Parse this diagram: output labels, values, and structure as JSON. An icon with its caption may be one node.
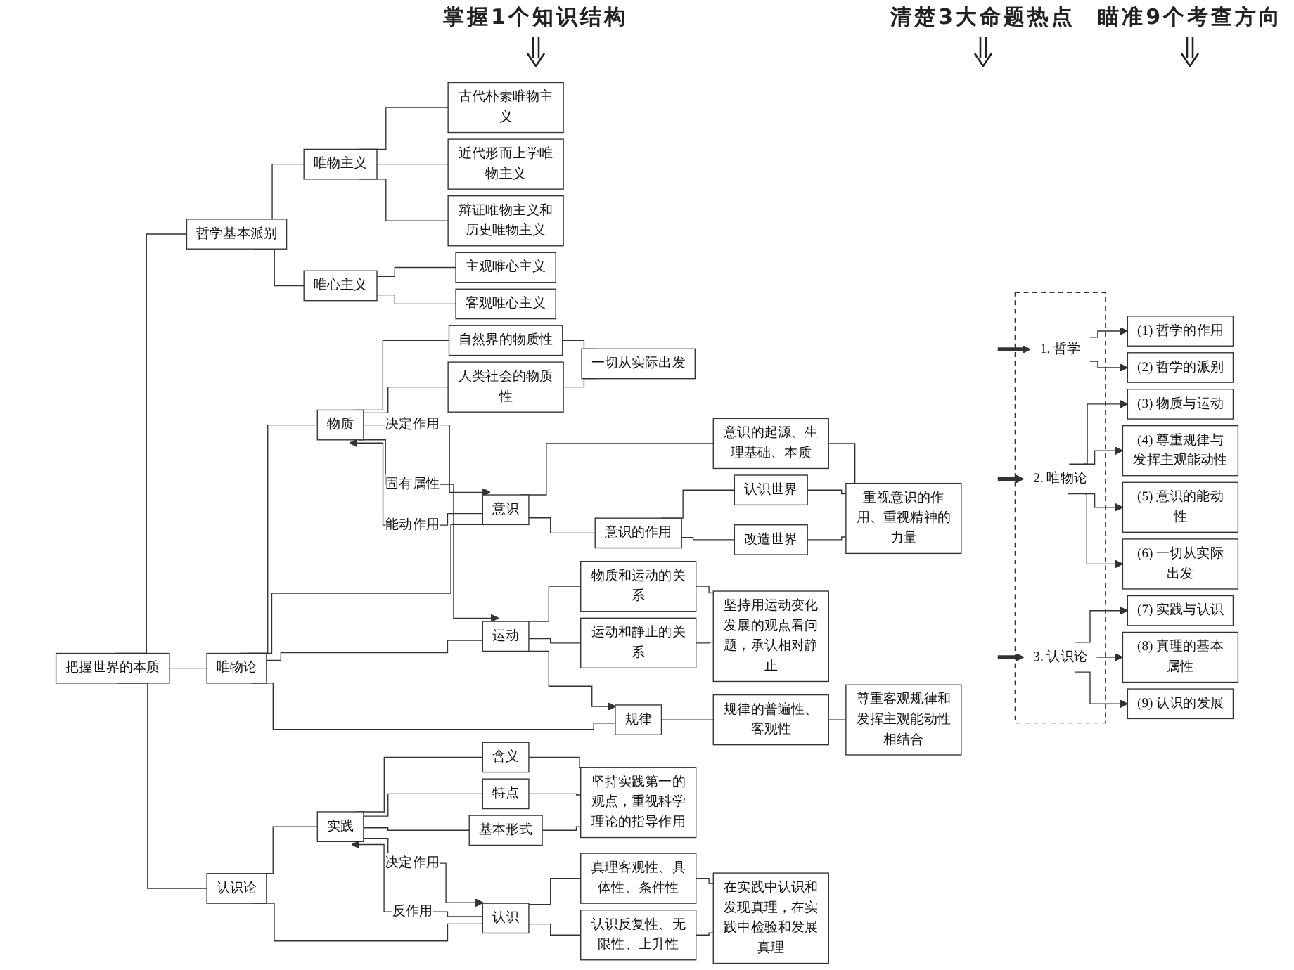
{
  "diagram": {
    "nodes": [
      {
        "text": [
          "把握世界的本质"
        ]
      },
      {
        "text": [
          "哲学基本派别"
        ]
      },
      {
        "text": [
          "唯物主义"
        ]
      },
      {
        "text": [
          "古代朴素唯物主义"
        ]
      },
      {
        "text": [
          "近代形而上学唯物主义"
        ]
      },
      {
        "text": [
          "辩证唯物主义和历史唯物主义"
        ]
      },
      {
        "text": [
          "唯心主义"
        ]
      },
      {
        "text": [
          "主观唯心主义"
        ]
      },
      {
        "text": [
          "客观唯心主义"
        ]
      },
      {
        "text": [
          "唯物论"
        ]
      },
      {
        "text": [
          "意识"
        ]
      },
      {
        "text": [
          "意识的起源、生理基础、本质"
        ]
      },
      {
        "text": [
          "意识的作用"
        ]
      },
      {
        "text": [
          "认识世界"
        ]
      },
      {
        "text": [
          "改造世界"
        ]
      },
      {
        "text": [
          "重视意识的作用、重视精神的力量"
        ]
      },
      {
        "text": [
          "物质"
        ]
      },
      {
        "text": [
          "自然界的物质性"
        ]
      },
      {
        "text": [
          "人类社会的物质性"
        ]
      },
      {
        "text": [
          "一切从实际出发"
        ]
      },
      {
        "text": [
          "运动"
        ]
      },
      {
        "text": [
          "物质和运动的关系"
        ]
      },
      {
        "text": [
          "运动和静止的关系"
        ]
      },
      {
        "text": [
          "坚持用运动变化发展的观点看问题，承认相对静止"
        ]
      },
      {
        "text": [
          "规律"
        ]
      },
      {
        "text": [
          "规律的普遍性、客观性"
        ]
      },
      {
        "text": [
          "尊重客观规律和发挥主观能动性相结合"
        ]
      },
      {
        "text": [
          "认识论"
        ]
      },
      {
        "text": [
          "实践"
        ]
      },
      {
        "text": [
          "含义"
        ]
      },
      {
        "text": [
          "特点"
        ]
      },
      {
        "text": [
          "基本形式"
        ]
      },
      {
        "text": [
          "坚持实践第一的观点，重视科学理论的指导作用"
        ]
      },
      {
        "text": [
          "认识"
        ]
      },
      {
        "text": [
          "真理客观性、具体性、条件性"
        ]
      },
      {
        "text": [
          "认识反复性、无限性、上升性"
        ]
      },
      {
        "text": [
          "在实践中认识和发现真理，在实践中检验和发展真理"
        ]
      },
      {
        "text": [],
        "shape": "box"
      },
      {
        "text": [
          "1. 哲学"
        ],
        "in": 37
      },
      {
        "text": [
          "2. 唯物论"
        ],
        "in": 37
      },
      {
        "text": [
          "3. 认识论"
        ],
        "in": 37
      },
      {
        "text": [
          "(1) 哲学的作用"
        ]
      },
      {
        "text": [
          "(2) 哲学的派别"
        ]
      },
      {
        "text": [
          "(3) 物质与运动"
        ]
      },
      {
        "text": [
          "(4) 尊重规律与发挥主观能动性"
        ]
      },
      {
        "text": [
          "(5) 意识的能动性"
        ]
      },
      {
        "text": [
          "(6) 一切从实际出发"
        ]
      },
      {
        "text": [
          "(7) 实践与认识"
        ]
      },
      {
        "text": [
          "(8) 真理的基本属性"
        ]
      },
      {
        "text": [
          "(9) 认识的发展"
        ]
      }
    ],
    "edges": [
      {
        "from": 0,
        "to": 1,
        "arrow": "none"
      },
      {
        "from": 0,
        "to": 9,
        "arrow": "none"
      },
      {
        "from": 0,
        "to": 27,
        "arrow": "none"
      },
      {
        "from": 1,
        "to": 2,
        "arrow": "none"
      },
      {
        "from": 1,
        "to": 6,
        "arrow": "none"
      },
      {
        "from": 2,
        "to": 3,
        "arrow": "none"
      },
      {
        "from": 2,
        "to": 4,
        "arrow": "none"
      },
      {
        "from": 2,
        "to": 5,
        "arrow": "none"
      },
      {
        "from": 6,
        "to": 7,
        "arrow": "none"
      },
      {
        "from": 6,
        "to": 8,
        "arrow": "none"
      },
      {
        "from": 9,
        "to": 16,
        "arrow": "none"
      },
      {
        "from": 9,
        "to": 10,
        "arrow": "none"
      },
      {
        "from": 9,
        "to": 20,
        "arrow": "none"
      },
      {
        "from": 9,
        "to": 24,
        "arrow": "none"
      },
      {
        "from": 16,
        "to": 17,
        "arrow": "none"
      },
      {
        "from": 16,
        "to": 18,
        "arrow": "none"
      },
      {
        "from": 16,
        "to": 10,
        "arrow": "to",
        "label": "决定作用"
      },
      {
        "from": 10,
        "to": 16,
        "arrow": "to",
        "label": "能动作用"
      },
      {
        "from": 10,
        "to": 11,
        "arrow": "none"
      },
      {
        "from": 10,
        "to": 12,
        "arrow": "none"
      },
      {
        "from": 12,
        "to": 13,
        "arrow": "none"
      },
      {
        "from": 12,
        "to": 14,
        "arrow": "none"
      },
      {
        "from": 11,
        "to": 15,
        "arrow": "none"
      },
      {
        "from": 13,
        "to": 15,
        "arrow": "none"
      },
      {
        "from": 14,
        "to": 15,
        "arrow": "none"
      },
      {
        "from": 17,
        "to": 19,
        "arrow": "none"
      },
      {
        "from": 18,
        "to": 19,
        "arrow": "none"
      },
      {
        "from": 16,
        "to": 20,
        "arrow": "to",
        "label": "固有属性"
      },
      {
        "from": 20,
        "to": 21,
        "arrow": "none"
      },
      {
        "from": 20,
        "to": 22,
        "arrow": "none"
      },
      {
        "from": 21,
        "to": 23,
        "arrow": "none"
      },
      {
        "from": 22,
        "to": 23,
        "arrow": "none"
      },
      {
        "from": 20,
        "to": 24,
        "arrow": "to"
      },
      {
        "from": 24,
        "to": 25,
        "arrow": "none"
      },
      {
        "from": 25,
        "to": 26,
        "arrow": "none"
      },
      {
        "from": 27,
        "to": 28,
        "arrow": "none"
      },
      {
        "from": 27,
        "to": 33,
        "arrow": "none"
      },
      {
        "from": 28,
        "to": 29,
        "arrow": "none"
      },
      {
        "from": 28,
        "to": 30,
        "arrow": "none"
      },
      {
        "from": 28,
        "to": 31,
        "arrow": "none"
      },
      {
        "from": 29,
        "to": 32,
        "arrow": "none"
      },
      {
        "from": 30,
        "to": 32,
        "arrow": "none"
      },
      {
        "from": 31,
        "to": 32,
        "arrow": "none"
      },
      {
        "from": 28,
        "to": 33,
        "arrow": "to",
        "label": "决定作用"
      },
      {
        "from": 33,
        "to": 28,
        "arrow": "to",
        "label": "反作用"
      },
      {
        "from": 33,
        "to": 34,
        "arrow": "none"
      },
      {
        "from": 33,
        "to": 35,
        "arrow": "none"
      },
      {
        "from": 34,
        "to": 36,
        "arrow": "none"
      },
      {
        "from": 35,
        "to": 36,
        "arrow": "none"
      },
      {
        "from": null,
        "to": 38,
        "arrow": "to",
        "style": "thick"
      },
      {
        "from": 38,
        "to": 41,
        "arrow": "to"
      },
      {
        "from": 38,
        "to": 42,
        "arrow": "to"
      },
      {
        "from": null,
        "to": 39,
        "arrow": "to",
        "style": "thick"
      },
      {
        "from": 39,
        "to": 43,
        "arrow": "to"
      },
      {
        "from": 39,
        "to": 44,
        "arrow": "to"
      },
      {
        "from": 39,
        "to": 45,
        "arrow": "to"
      },
      {
        "from": 39,
        "to": 46,
        "arrow": "to"
      },
      {
        "from": null,
        "to": 40,
        "arrow": "to",
        "style": "thick"
      },
      {
        "from": 40,
        "to": 47,
        "arrow": "to"
      },
      {
        "from": 40,
        "to": 48,
        "arrow": "to"
      },
      {
        "from": 40,
        "to": 49,
        "arrow": "to"
      }
    ],
    "labels": [
      "掌握1个知识结构",
      "清楚3大命题热点",
      "瞄准9个考查方向"
    ]
  }
}
